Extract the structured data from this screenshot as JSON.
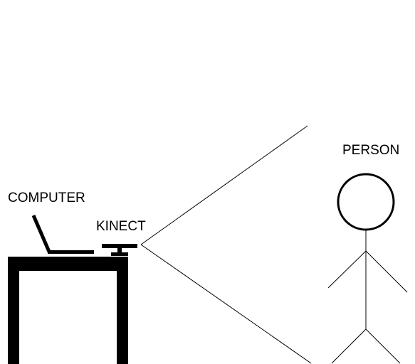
{
  "labels": {
    "computer": "COMPUTER",
    "kinect": "KINECT",
    "person": "PERSON"
  },
  "colors": {
    "ink": "#000000",
    "background": "#ffffff"
  },
  "elements": {
    "desk": "desk",
    "laptop": "laptop-icon",
    "kinect_sensor": "kinect-sensor-icon",
    "field_of_view": "field-of-view-lines",
    "stick_figure": "stick-figure-icon"
  }
}
